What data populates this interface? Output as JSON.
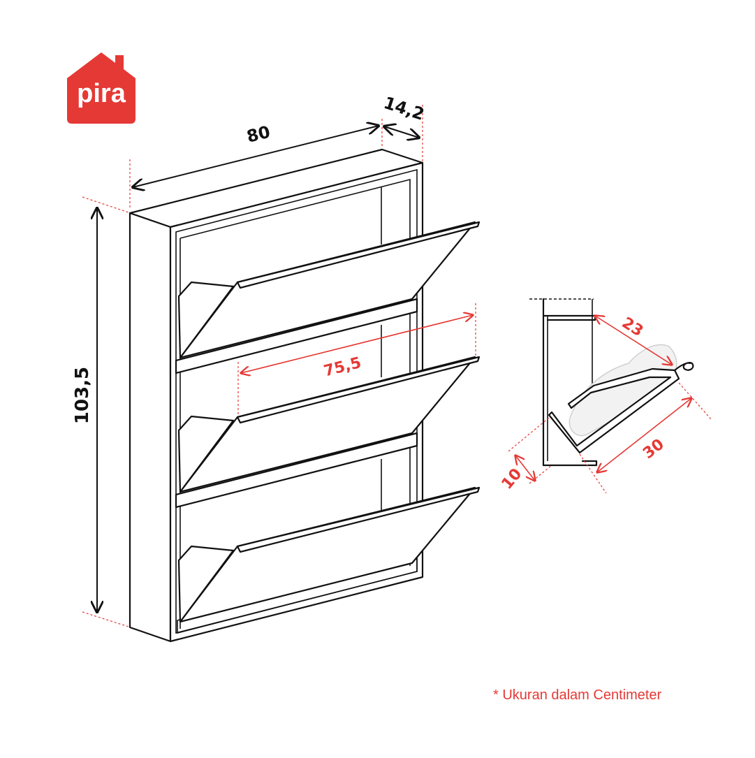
{
  "brand": {
    "name": "pira",
    "color": "#e53935"
  },
  "dimensions": {
    "width": "80",
    "depth": "14,2",
    "height": "103,5",
    "inner_width": "75,5",
    "shelf_depth": "23",
    "shelf_length": "30",
    "base_offset": "10"
  },
  "note": "* Ukuran dalam Centimeter",
  "colors": {
    "accent": "#e53935",
    "line": "#111111"
  }
}
